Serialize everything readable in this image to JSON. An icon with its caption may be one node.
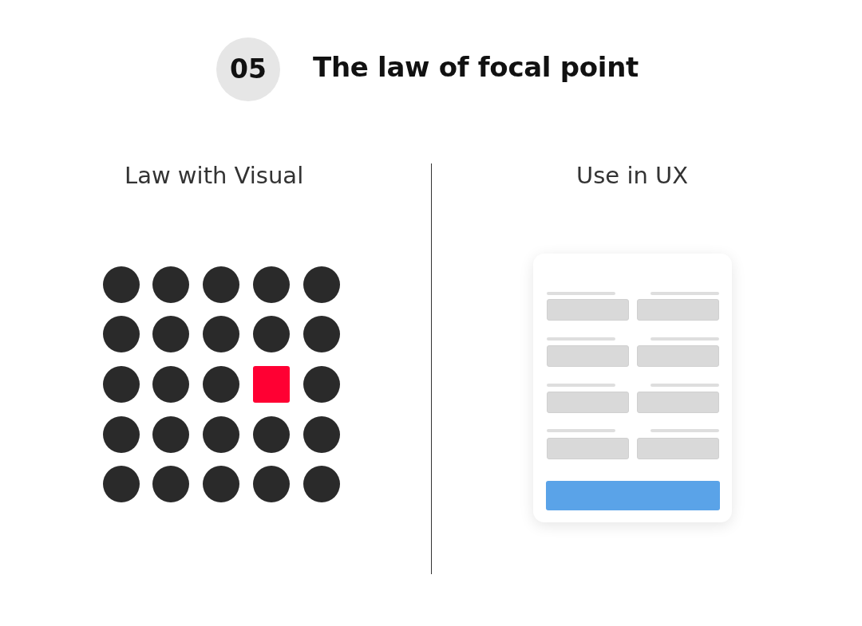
{
  "diagram": {
    "title": "The law of focal point",
    "nodes": [
      {
        "text": [
          "05"
        ]
      }
    ],
    "labels": [
      "Law with Visual",
      "Use in UX"
    ]
  }
}
